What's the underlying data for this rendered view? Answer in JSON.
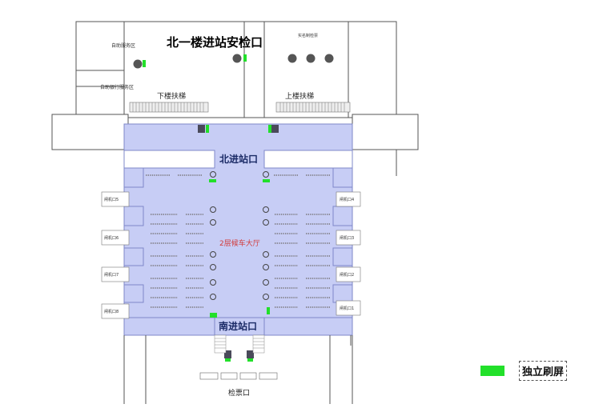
{
  "labels": {
    "north_security": "北一楼进站安检口",
    "self_service": "自助服务区",
    "self_bank": "自助银行服务区",
    "left_top_note": "实名制检票",
    "down_escalator": "下楼扶梯",
    "up_escalator": "上楼扶梯",
    "north_gate": "北进站口",
    "south_gate": "南进站口",
    "waiting_hall": "2层候车大厅",
    "ticket_check": "检票口",
    "gate5": "闸机口5",
    "gate6": "闸机口6",
    "gate7": "闸机口7",
    "gate8": "闸机口8",
    "gate4": "闸机口4",
    "gate3": "闸机口3",
    "gate2": "闸机口2",
    "gate1": "闸机口1"
  },
  "legend": {
    "label": "独立刷屏",
    "color": "#22e02a"
  },
  "colors": {
    "hall_fill": "#c7cdf5",
    "hall_stroke": "#7f88c9",
    "screen_green": "#22e02a",
    "wall": "#555555",
    "device": "#555555"
  }
}
